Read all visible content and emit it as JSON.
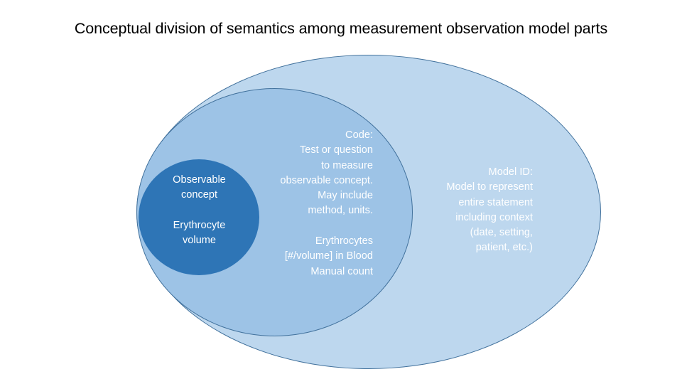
{
  "slide": {
    "title": "Conceptual division of semantics among measurement observation model parts",
    "background_color": "#ffffff"
  },
  "diagram": {
    "type": "nested-venn",
    "shapes": [
      {
        "id": "outer",
        "name": "Model ID",
        "fill_color": "#bdd7ee",
        "border_color": "#41719c"
      },
      {
        "id": "middle",
        "name": "Code",
        "fill_color": "#9dc3e6",
        "border_color": "#41719c"
      },
      {
        "id": "inner",
        "name": "Observable concept",
        "fill_color": "#2e75b6",
        "border_color": "#2e75b6"
      }
    ],
    "outer_region": {
      "heading": "Model ID:",
      "description_lines": [
        "Model to represent",
        "entire statement",
        "including context",
        "(date, setting,",
        "patient, etc.)"
      ],
      "text_color": "#ffffff"
    },
    "middle_region": {
      "heading": "Code:",
      "description_lines": [
        "Test or question",
        "to measure",
        "observable concept.",
        "May include",
        "method, units."
      ],
      "example_lines": [
        "Erythrocytes",
        "[#/volume] in Blood",
        "Manual count"
      ],
      "text_color": "#ffffff"
    },
    "inner_region": {
      "heading_lines": [
        "Observable",
        "concept"
      ],
      "example_lines": [
        "Erythrocyte",
        "volume"
      ],
      "text_color": "#ffffff"
    }
  }
}
